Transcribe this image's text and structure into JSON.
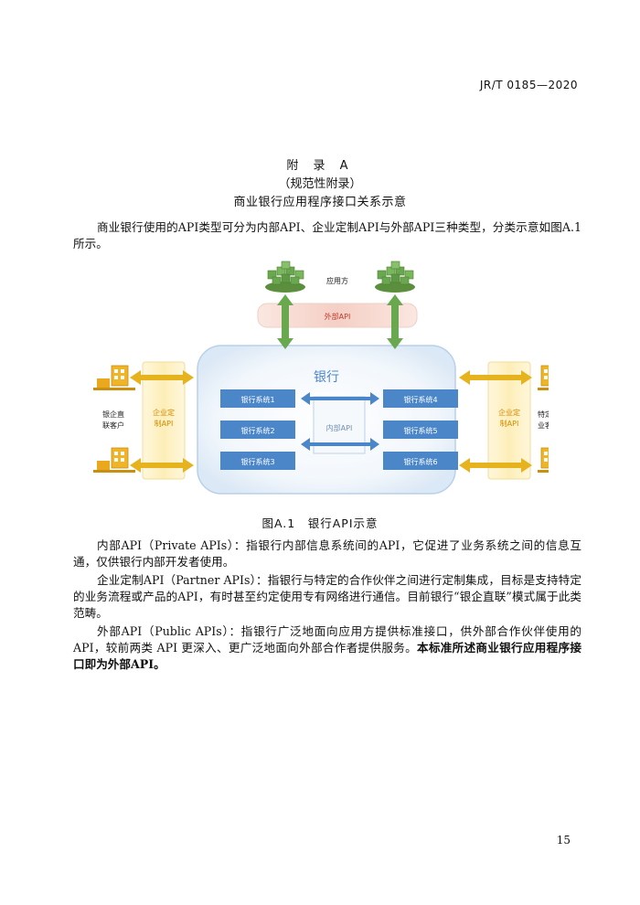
{
  "header": {
    "standard_no": "JR/T 0185—2020"
  },
  "appendix": {
    "label": "附 录 A",
    "type": "（规范性附录）",
    "title": "商业银行应用程序接口关系示意"
  },
  "intro": "商业银行使用的API类型可分为内部API、企业定制API与外部API三种类型，分类示意如图A.1所示。",
  "figure": {
    "app_side": "应用方",
    "external_api": "外部API",
    "bank": "银行",
    "internal_api": "内部API",
    "left_systems": [
      "银行系统1",
      "银行系统2",
      "银行系统3"
    ],
    "right_systems": [
      "银行系统4",
      "银行系统5",
      "银行系统6"
    ],
    "partner_api_line1": "企业定",
    "partner_api_line2": "制API",
    "left_client_line1": "银企直",
    "left_client_line2": "联客户",
    "right_client_line1": "特定企",
    "right_client_line2": "业客户",
    "colors": {
      "green": "#6aa84f",
      "gold": "#e6b31e",
      "blue": "#4a86c8",
      "pink": "#f4cfc5"
    }
  },
  "caption": "图A.1　银行API示意",
  "definitions": {
    "private": "内部API（Private APIs）：指银行内部信息系统间的API，它促进了业务系统之间的信息互通，仅供银行内部开发者使用。",
    "partner": "企业定制API（Partner APIs）：指银行与特定的合作伙伴之间进行定制集成，目标是支持特定的业务流程或产品的API，有时甚至约定使用专有网络进行通信。目前银行“银企直联”模式属于此类范畴。",
    "public": "外部API（Public APIs）：指银行广泛地面向应用方提供标准接口，供外部合作伙伴使用的API，较前两类 API 更深入、更广泛地面向外部合作者提供服务。",
    "public_bold": "本标准所述商业银行应用程序接口即为外部API。"
  },
  "page_number": "15"
}
